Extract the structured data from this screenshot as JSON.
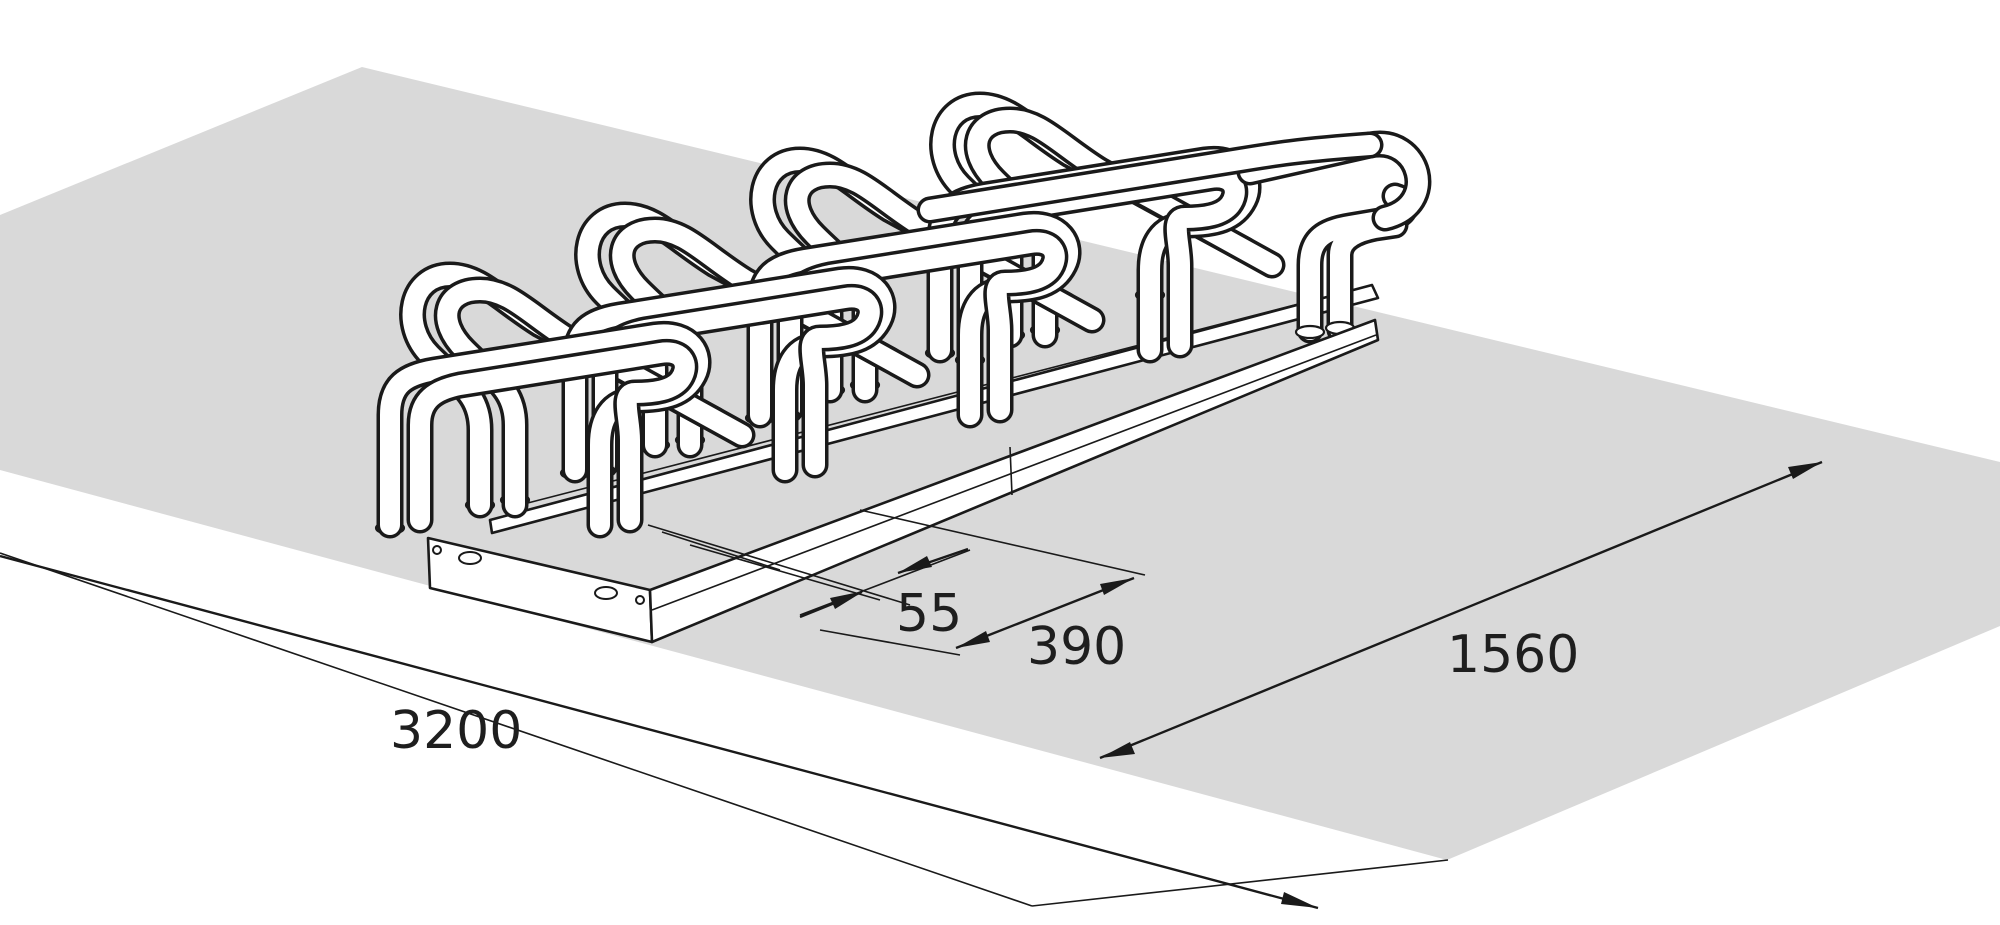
{
  "figure": {
    "colors": {
      "floor": "#d9d9d9",
      "line": "#1a1a1a",
      "tube_fill": "#ffffff",
      "background": "#ffffff"
    },
    "dimensions": [
      {
        "key": "overall_length",
        "label": "3200"
      },
      {
        "key": "overall_depth",
        "label": "1560"
      },
      {
        "key": "bay_spacing",
        "label": "390"
      },
      {
        "key": "wheel_slot_width",
        "label": "55"
      }
    ]
  }
}
